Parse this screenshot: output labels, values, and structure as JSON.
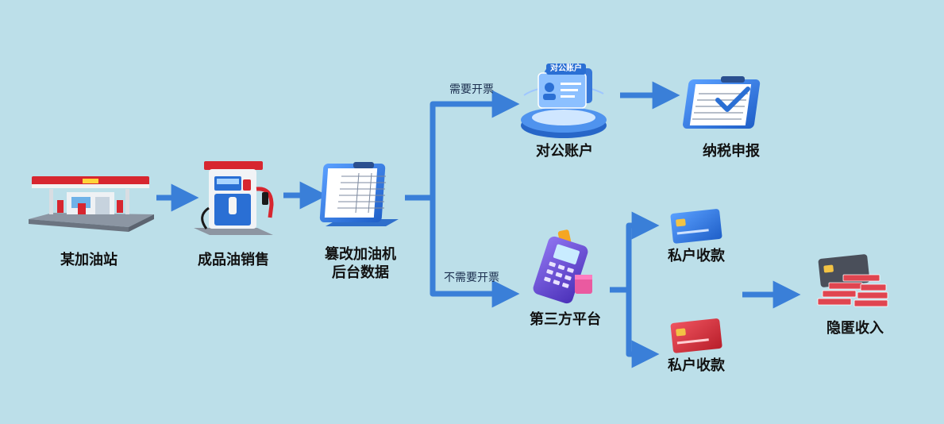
{
  "nodes": {
    "gas_station": "某加油站",
    "fuel_sales": "成品油销售",
    "tamper_line1": "篡改加油机",
    "tamper_line2": "后台数据",
    "corporate_account": "对公账户",
    "corporate_account_badge": "对公账户",
    "tax_declare": "纳税申报",
    "third_party": "第三方平台",
    "private_top": "私户收款",
    "private_bottom": "私户收款",
    "hidden_income": "隐匿收入"
  },
  "edges": {
    "need_invoice": "需要开票",
    "no_invoice": "不需要开票"
  },
  "colors": {
    "background": "#bcdfe9",
    "arrow": "#3a7fd8",
    "card_blue": "#2a6fd4",
    "card_red": "#d8303a",
    "pos_purple": "#6c4fd8"
  },
  "icons": [
    "gas-station-icon",
    "fuel-pump-icon",
    "clipboard-data-icon",
    "account-card-icon",
    "tax-clipboard-icon",
    "pos-terminal-icon",
    "bank-card-blue-icon",
    "bank-card-red-icon",
    "cash-stack-icon"
  ]
}
